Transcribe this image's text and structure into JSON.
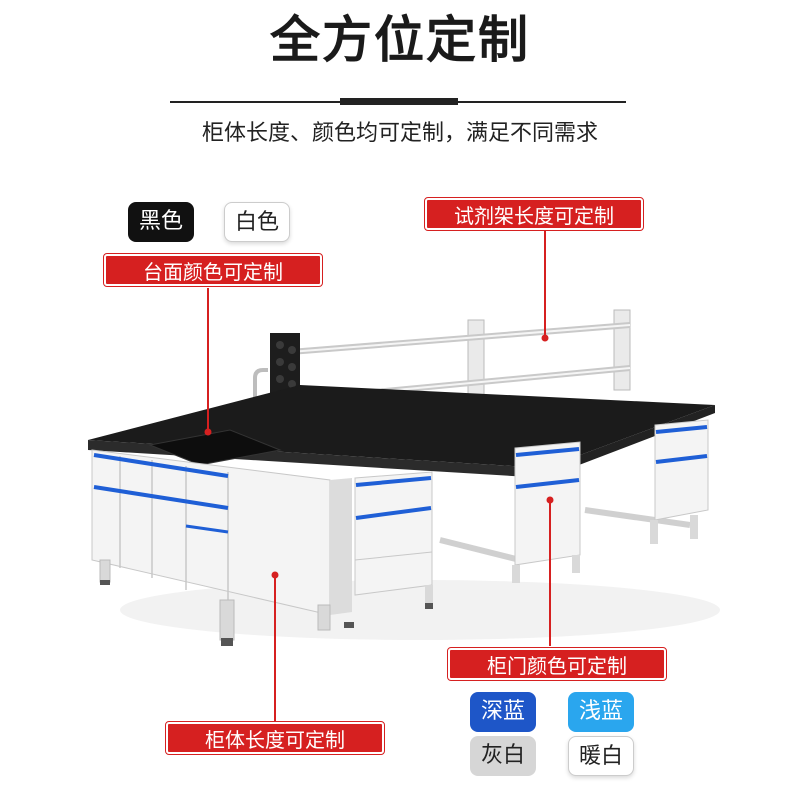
{
  "header": {
    "title": "全方位定制",
    "subtitle": "柜体长度、颜色均可定制，满足不同需求"
  },
  "countertop": {
    "label": "台面颜色可定制",
    "options": [
      "黑色",
      "白色"
    ]
  },
  "shelf": {
    "label": "试剂架长度可定制"
  },
  "cabinet_door": {
    "label": "柜门颜色可定制",
    "options": [
      "深蓝",
      "浅蓝",
      "灰白",
      "暖白"
    ]
  },
  "cabinet_body": {
    "label": "柜体长度可定制"
  },
  "colors": {
    "accent_red": "#d62020",
    "deep_blue": "#1e56c8",
    "light_blue": "#2aa6ee",
    "gray_white": "#d6d6d6",
    "countertop_black": "#1b1b1b",
    "door_blue_trim": "#1f5fd6"
  }
}
